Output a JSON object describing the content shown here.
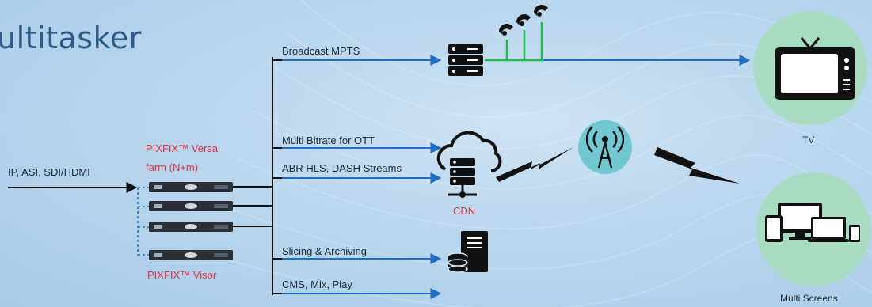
{
  "title": "ultitasker",
  "input_label": "IP, ASI, SDI/HDMI",
  "farm_label_line1": "PIXFIX™ Versa",
  "farm_label_line2": "farm (N+m)",
  "visor_label": "PIXFIX™ Visor",
  "outputs": {
    "broadcast": "Broadcast MPTS",
    "multi_bitrate": "Multi Bitrate for OTT",
    "abr": "ABR HLS, DASH Streams",
    "slicing": "Slicing & Archiving",
    "cms": "CMS, Mix, Play"
  },
  "cdn_label": "CDN",
  "tv_label": "TV",
  "multiscreens_label": "Multi Screens",
  "colors": {
    "line": "#111111",
    "arrow": "#1f6fc5",
    "red": "#e0323f",
    "bubble_green": "#a8dcc0",
    "tower_circle": "#72c8d0"
  },
  "icons": [
    "server-rack-icon",
    "satellite-dish-icon",
    "cloud-server-icon",
    "database-icon",
    "antenna-tower-icon",
    "tv-icon",
    "devices-icon",
    "lightning-bolt-icon"
  ]
}
